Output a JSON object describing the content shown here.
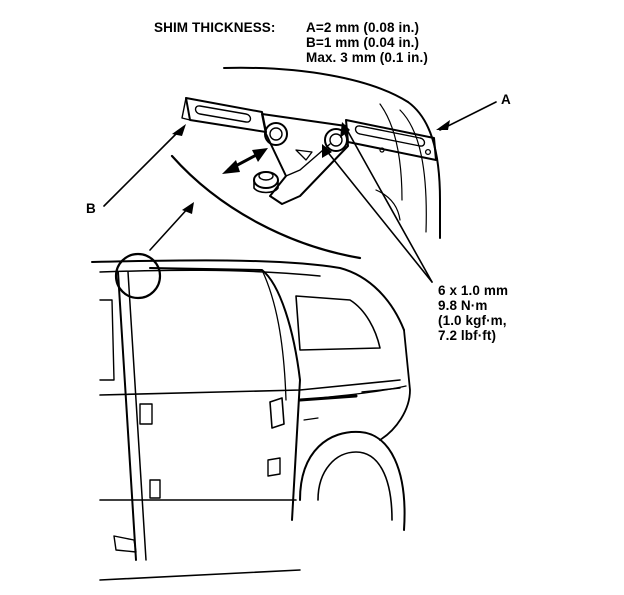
{
  "shim": {
    "title": "SHIM THICKNESS:",
    "line_a": "A=2 mm (0.08 in.)",
    "line_b": "B=1 mm (0.04 in.)",
    "line_max": "Max. 3 mm (0.1 in.)"
  },
  "callouts": {
    "a": "A",
    "b": "B"
  },
  "bolt_spec": {
    "size": "6 x 1.0 mm",
    "torque_nm": "9.8 N·m",
    "torque_kgfm": "(1.0 kgf·m,",
    "torque_lbfft": "7.2 lbf·ft)"
  }
}
